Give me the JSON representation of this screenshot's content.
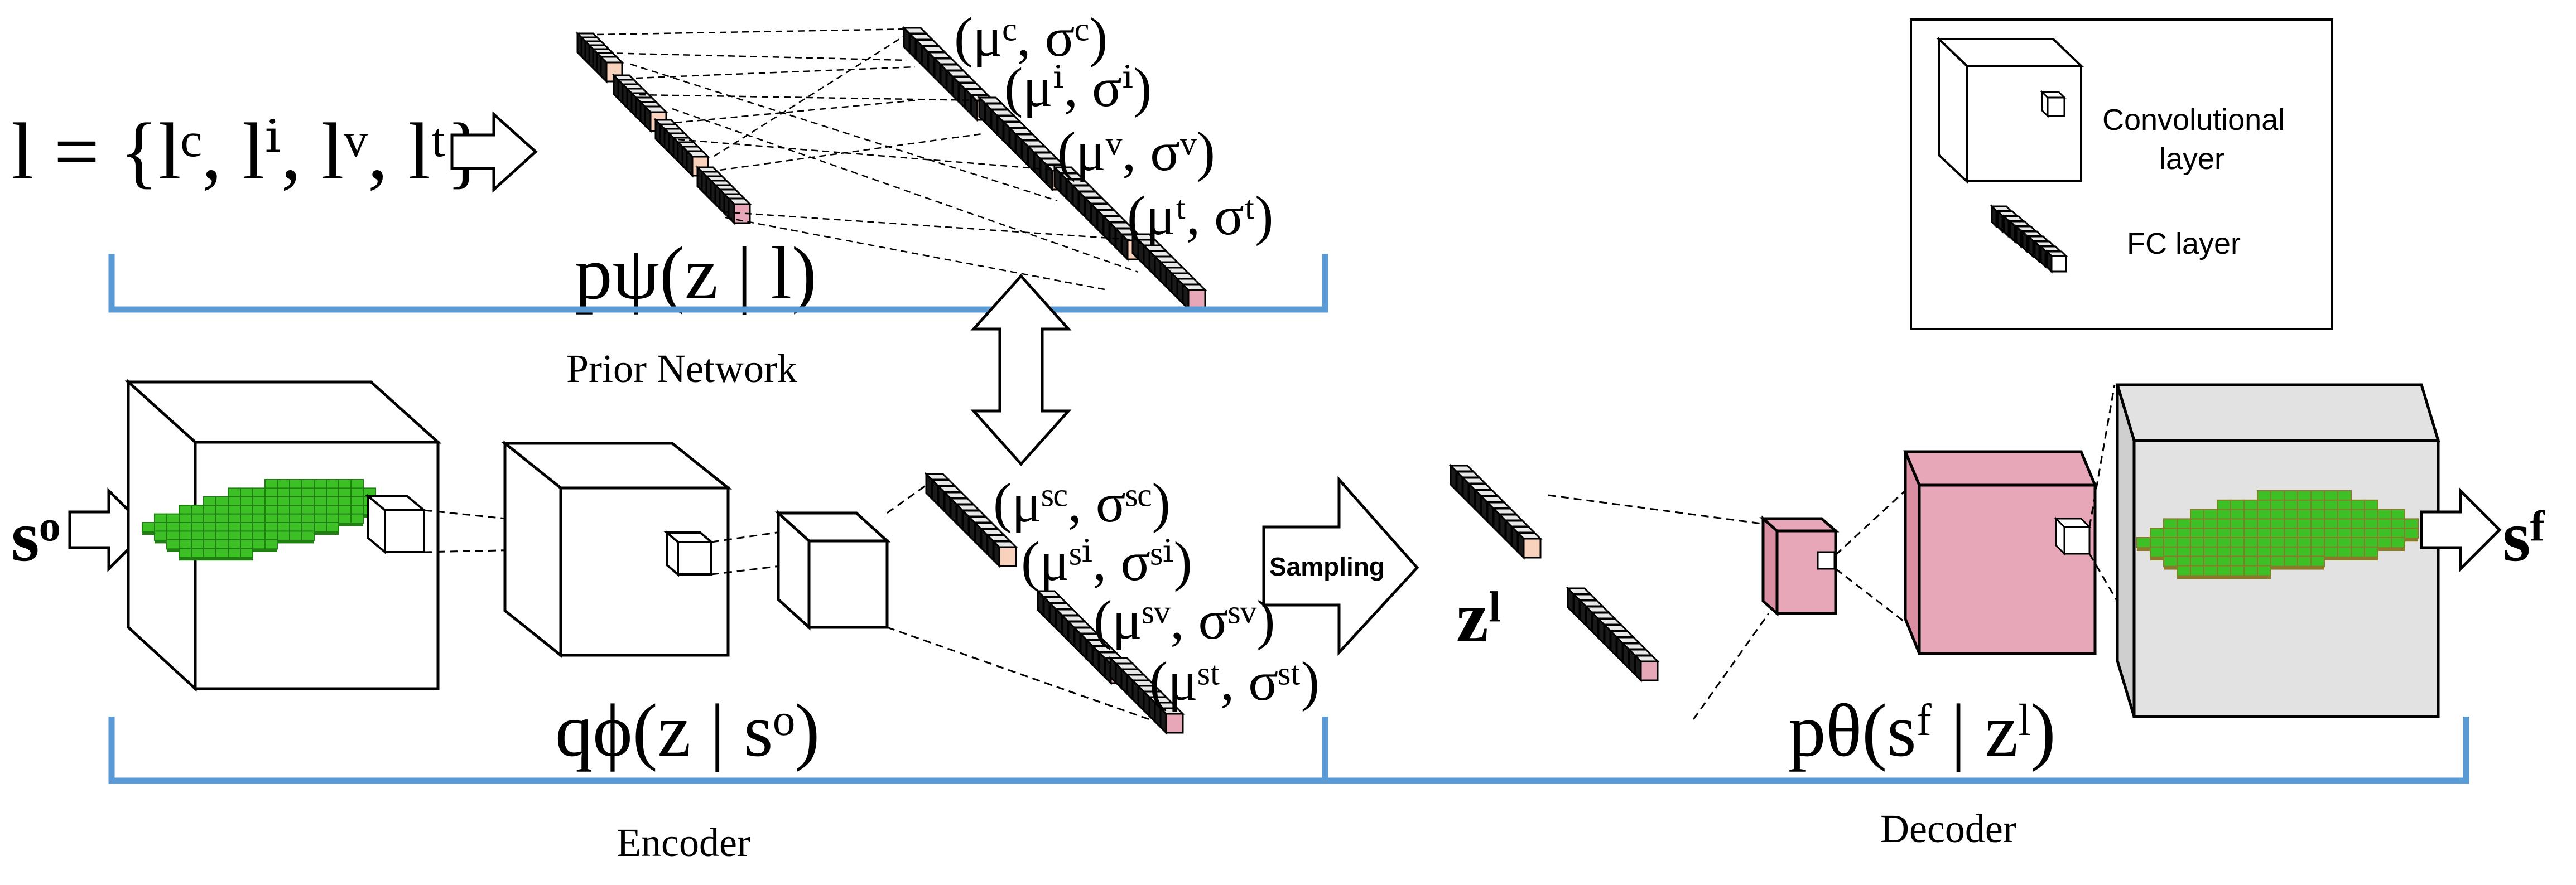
{
  "prior": {
    "l_equation": "l = {lᶜ, lⁱ, lᵛ, lᵗ}",
    "out1": "(μᶜ, σᶜ)",
    "out2": "(μⁱ, σⁱ)",
    "out3": "(μᵛ, σᵛ)",
    "out4": "(μᵗ, σᵗ)",
    "dist": "pψ(z | l)",
    "label": "Prior Network"
  },
  "encoder": {
    "input": "sᵒ",
    "out1": "(μˢᶜ, σˢᶜ)",
    "out2": "(μˢⁱ, σˢⁱ)",
    "out3": "(μˢᵛ, σˢᵛ)",
    "out4": "(μˢᵗ, σˢᵗ)",
    "dist": "qϕ(z | sᵒ)",
    "label": "Encoder"
  },
  "sampling": {
    "label": "Sampling"
  },
  "decoder": {
    "latent": "zˡ",
    "output": "sᶠ",
    "dist": "pθ(sᶠ | zˡ)",
    "label": "Decoder"
  },
  "legend": {
    "conv_label_1": "Convolutional",
    "conv_label_2": "layer",
    "fc_label": "FC layer"
  },
  "colors": {
    "bracket": "#5b9bd5",
    "pink": "#e8a7b8",
    "peach": "#f8d2bd",
    "voxel_green": "#3dbf26",
    "voxel_dark": "#1f7f12",
    "voxel_olive": "#8a7a2a"
  }
}
